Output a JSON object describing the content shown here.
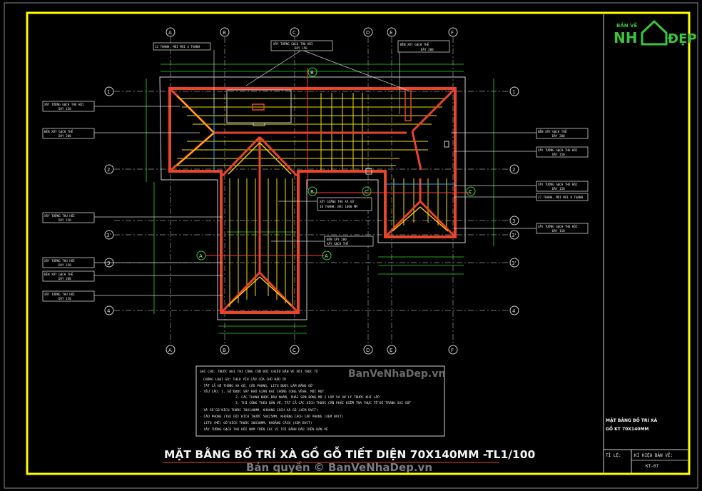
{
  "title": "MẶT BẰNG BỐ TRÍ XÀ GỒ GỖ TIẾT DIỆN 70X140MM -TL1/100",
  "grid": {
    "columns": [
      "A",
      "B",
      "C",
      "D",
      "E",
      "F"
    ],
    "rows_left": [
      "1",
      "2",
      "3'",
      "3",
      "4"
    ],
    "rows_right": [
      "1",
      "2",
      "3",
      "3'",
      "4"
    ],
    "inner_markers": [
      "B",
      "B",
      "C",
      "C",
      "A",
      "A"
    ]
  },
  "callouts": {
    "top_left": [
      "12 THANH, MỖI MÁI 4 THANH"
    ],
    "top_center": [
      "XÂY TƯỜNG GẠCH THU HỒI",
      "DÀY 150"
    ],
    "top_right": [
      "BÊN XÂY GẠCH THẺ",
      "DÀY 200"
    ],
    "left": [
      [
        "XÂY TƯỜNG GẠCH THU HỒI",
        "DÀY 150"
      ],
      [
        "BẺN XÂY GẠCH THẺ",
        "DÀY 200"
      ],
      [
        "XÂY TƯỜNG THU HỒI",
        "DÀY 150"
      ],
      [
        "XÂY TƯỜNG THU HỒI",
        "DÀY 150"
      ],
      [
        "BẺN XÂY GẠCH THẺ",
        "DÀY 200"
      ],
      [
        "XÂY TƯỜNG THU HỒI",
        "DÀY 150"
      ]
    ],
    "right": [
      [
        "BẺN XÂY GẠCH THẺ",
        "DÀY 200"
      ],
      [
        "XÂY TƯỜNG GẠCH THU HỒI",
        "DÀY 150"
      ],
      [
        "XÂY TƯỜNG GẠCH THU HỒI",
        "DÀY 150"
      ],
      [
        "27 THANH, MỖI MÁI 9 THANH"
      ],
      [
        "XÂY TƯỜNG GẠCH THU HỒI",
        "DÀY 150"
      ]
    ],
    "center": [
      [
        "XÂY GIẰNG THU XÀ GỒ",
        "10 THANH, BÁI 1000 MM"
      ],
      [
        "BÊN XÂY 200",
        "XÂY GẠCH THẺ"
      ]
    ]
  },
  "notes": [
    "GHI CHÚ: TRƯỚC KHI THI CÔNG CẦN ĐỐI CHIẾU BẢN VẼ VỚI THỰC TẾ",
    "CHỦNG LOẠI GỖ: THEO YÊU CẦU CỦA CHỦ ĐẦU TƯ",
    "- TẤT CẢ HỆ THỐNG XÀ GỒ, CẦU PHONG, LITO ĐƯỢC LÀM BẰNG GỖ",
    "- YÊU CẦU: 1. GỖ ĐƯỢC SẤY KHÔ GIÃN KHI CHỐNG CONG VÊNH, MỐI MỌT.",
    "2. CÁC THANH ĐƯỢC BÀO NHẴN, PHẢI SƠN BÓNG MỜ 2 LỚP VÀ XỬ LÝ TRƯỚC KHI LẮP",
    "3. THI CÔNG THEO BẢN VẼ, TẤT CẢ CÁC KÍCH THƯỚC CẦN PHẢI KIỂM TRA THỰC TẾ ĐỂ TRÁNH SAI SÓT",
    "- XÀ GỒ GỖ KÍCH THƯỚC 70X140MM, KHOẢNG CÁCH XÀ GỒ                  (XEM BVCT)",
    "- CẦU PHONG (THI GỖ) KÍCH THƯỚC 50X25MM, KHOẢNG CÁCH CẦU PHONG   (XEM BVCT)",
    "- LITO (MÈ) GỖ KÍCH THƯỚC 30X30MM, KHOẢNG CÁCH                   (XEM BVCT)",
    "- XÂY TƯỜNG GẠCH THU HỒI NẰM TRÊN CÁC VỊ TRÍ ĐÁNH DẤU TRÊN BẢN VẼ"
  ],
  "logo": {
    "line1": "BẢN VẼ",
    "line2a": "NH",
    "line2b": "ĐẸP"
  },
  "title_block": {
    "drawing_name": [
      "MẶT BẰNG BỐ TRÍ XÀ",
      "GỒ KT 70X140MM"
    ],
    "scale_label": "TỈ LỆ:",
    "sheet_label": "KÍ HIỆU BẢN VẼ:",
    "sheet_value": "KT-07"
  },
  "watermarks": {
    "inline": "BanVeNhaDep.vn",
    "footer": "Bản quyền © BanVeNhaDep.vn"
  },
  "colors": {
    "frame": "#ffff00",
    "wall": "#e8442a",
    "ridge": "#ffd200",
    "purlin": "#f0e000",
    "grid": "#9a9a9a",
    "dimension": "#2bd62b",
    "axis_red": "#ff3a3a",
    "axis_blue": "#3aa0ff",
    "logo_green": "#3cc53c"
  }
}
